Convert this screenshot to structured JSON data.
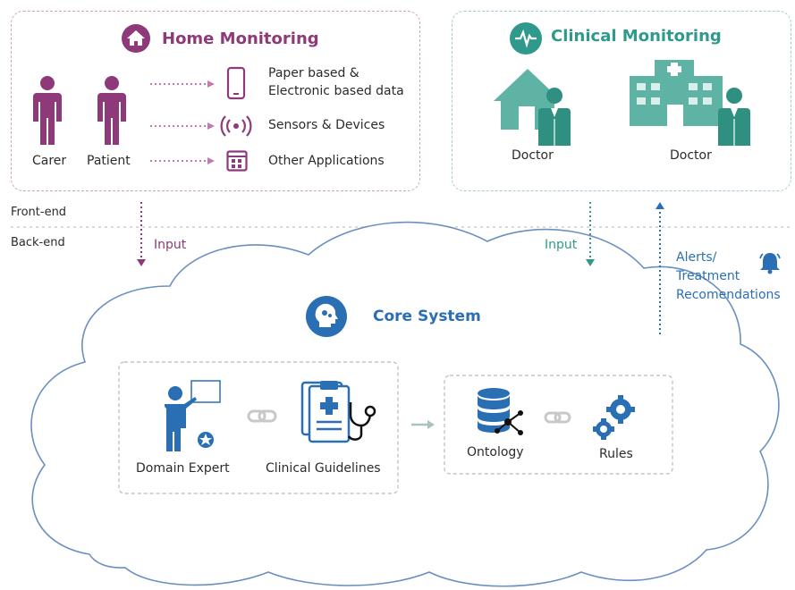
{
  "home": {
    "title": "Home Monitoring",
    "actors": [
      "Carer",
      "Patient"
    ],
    "data_sources": [
      "Paper based &",
      "Electronic based data",
      "Sensors & Devices",
      "Other Applications"
    ]
  },
  "clinical": {
    "title": "Clinical Monitoring",
    "doctors": [
      "Doctor",
      "Doctor"
    ]
  },
  "layers": {
    "front": "Front-end",
    "back": "Back-end"
  },
  "flows": {
    "input_home": "Input",
    "input_clinical": "Input",
    "alerts": [
      "Alerts/",
      "Treatment",
      "Recomendations"
    ]
  },
  "core": {
    "title": "Core System",
    "knowledge": [
      "Domain Expert",
      "Clinical Guidelines"
    ],
    "engine": [
      "Ontology",
      "Rules"
    ]
  },
  "colors": {
    "home": "#8e3a7a",
    "clinical": "#2f9a8c",
    "core": "#2a6fb4",
    "cloud_border": "#6b8fbf"
  }
}
